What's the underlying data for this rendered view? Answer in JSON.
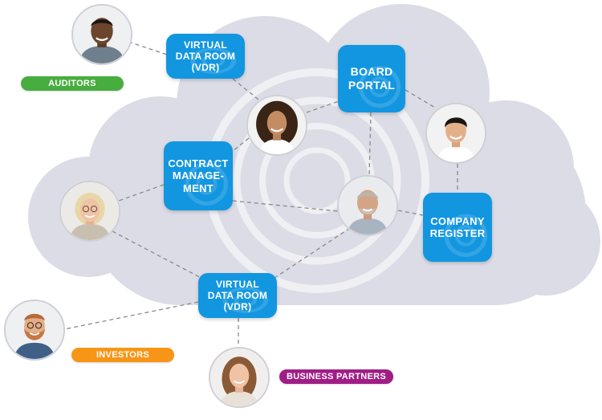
{
  "colors": {
    "box_blue": "#1296e0",
    "cloud": "#dcdce6",
    "auditors": "#48ad3f",
    "investors": "#f79516",
    "partners": "#a01d86",
    "connector": "#8a8a8a"
  },
  "boxes": {
    "vdr_top": {
      "lines": [
        "VIRTUAL",
        "DATA ROOM",
        "(VDR)"
      ]
    },
    "board_portal": {
      "lines": [
        "BOARD",
        "PORTAL"
      ]
    },
    "contract_management": {
      "lines": [
        "CONTRACT",
        "MANAGE-",
        "MENT"
      ]
    },
    "company_register": {
      "lines": [
        "COMPANY",
        "REGISTER"
      ]
    },
    "vdr_bottom": {
      "lines": [
        "VIRTUAL",
        "DATA ROOM",
        "(VDR)"
      ]
    }
  },
  "labels": {
    "auditors": "AUDITORS",
    "investors": "INVESTORS",
    "business_partners": "BUSINESS PARTNERS"
  },
  "avatars": {
    "auditor": "portrait-man-dark-skin",
    "woman_curly": "portrait-woman-curly-hair",
    "young_man": "portrait-young-man",
    "older_woman": "portrait-older-woman-glasses",
    "older_man": "portrait-older-man-beard",
    "investor": "portrait-bearded-man-glasses",
    "partner": "portrait-young-woman"
  }
}
